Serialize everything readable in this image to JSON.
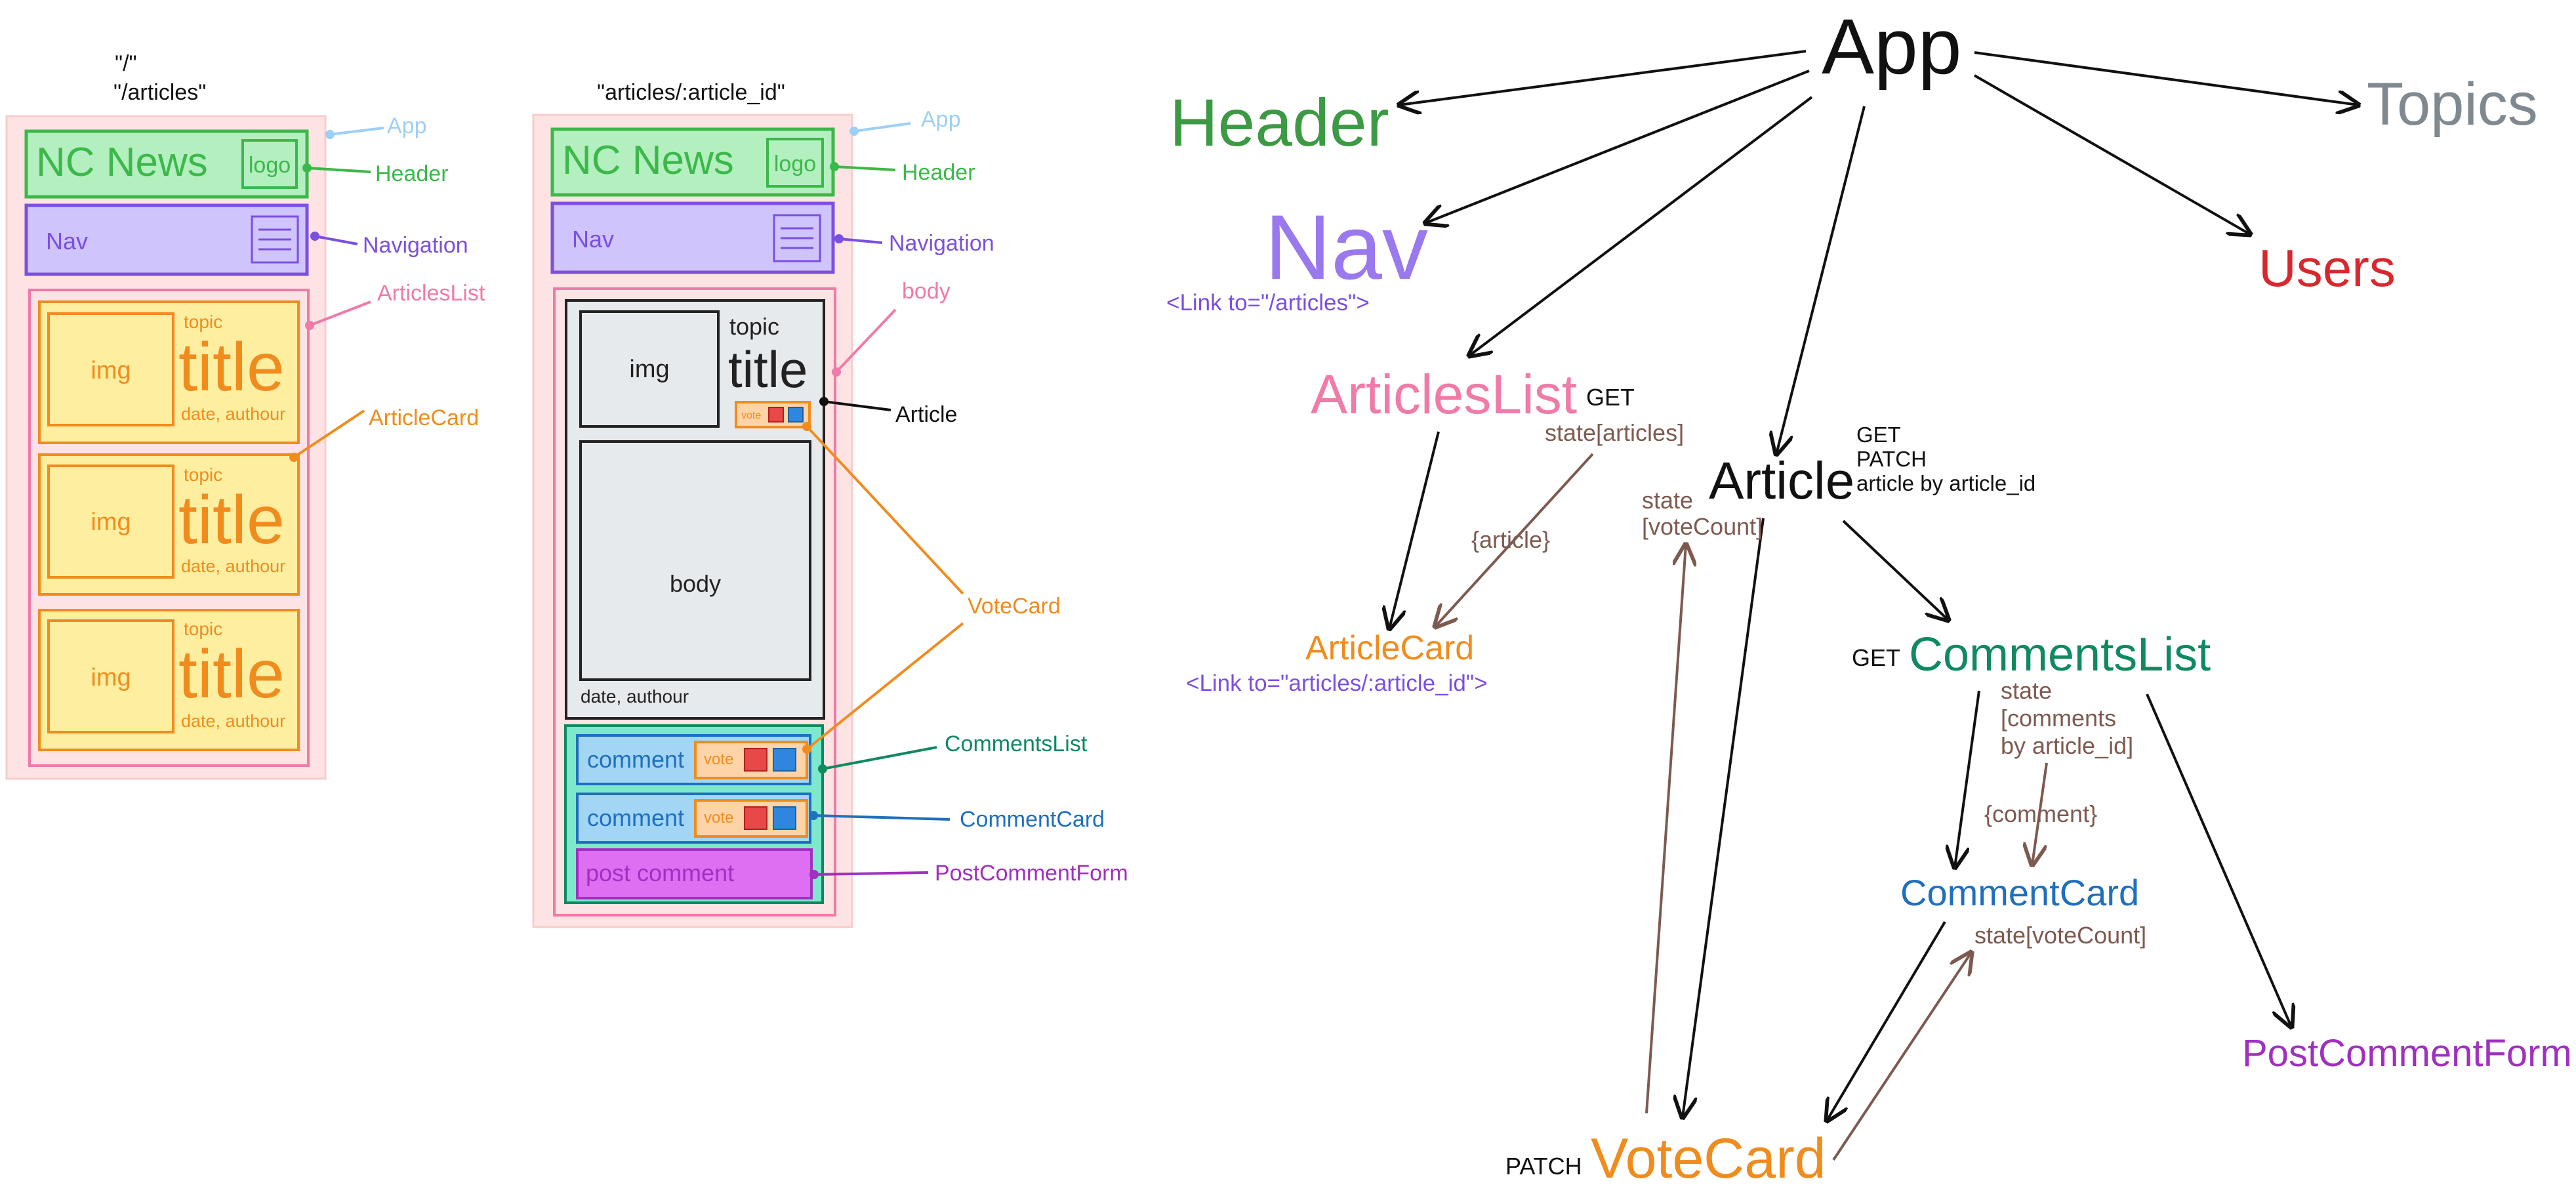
{
  "wireframe_list": {
    "routes": [
      "\"/\"",
      "\"/articles\""
    ],
    "app_callout": "App",
    "header_title": "NC News",
    "logo": "logo",
    "header_callout": "Header",
    "nav_label": "Nav",
    "nav_callout": "Navigation",
    "list_callout": "ArticlesList",
    "card_callout": "ArticleCard",
    "cards": [
      {
        "img": "img",
        "topic": "topic",
        "title": "title",
        "meta": "date, authour"
      },
      {
        "img": "img",
        "topic": "topic",
        "title": "title",
        "meta": "date, authour"
      },
      {
        "img": "img",
        "topic": "topic",
        "title": "title",
        "meta": "date, authour"
      }
    ]
  },
  "wireframe_article": {
    "route": "\"articles/:article_id\"",
    "app_callout": "App",
    "header_title": "NC News",
    "logo": "logo",
    "header_callout": "Header",
    "nav_label": "Nav",
    "nav_callout": "Navigation",
    "body_callout": "body",
    "article_callout": "Article",
    "img": "img",
    "topic": "topic",
    "title": "title",
    "vote_small": "vote",
    "body": "body",
    "meta": "date, authour",
    "votecard_callout": "VoteCard",
    "comments_callout": "CommentsList",
    "comment_card_callout": "CommentCard",
    "form_callout": "PostCommentForm",
    "comments": [
      {
        "text": "comment",
        "vote": "vote"
      },
      {
        "text": "comment",
        "vote": "vote"
      }
    ],
    "post_comment": "post comment"
  },
  "tree": {
    "app": "App",
    "header": "Header",
    "topics": "Topics",
    "nav": "Nav",
    "nav_link": "<Link to=\"/articles\">",
    "users": "Users",
    "articles_list": "ArticlesList",
    "articles_list_get": "GET",
    "state_articles": "state[articles]",
    "article_prop": "{article}",
    "article_card": "ArticleCard",
    "article_card_link": "<Link to=\"articles/:article_id\">",
    "article": "Article",
    "article_methods": [
      "GET",
      "PATCH",
      "article by article_id"
    ],
    "state_votecount_lines": [
      "state",
      "[voteCount]"
    ],
    "comments_get": "GET",
    "comments_list": "CommentsList",
    "state_comments_lines": [
      "state",
      "[comments",
      "by article_id]"
    ],
    "comment_prop": "{comment}",
    "comment_card": "CommentCard",
    "state_votecount2": "state[voteCount]",
    "post_comment_form": "PostCommentForm",
    "votecard_patch": "PATCH",
    "votecard": "VoteCard"
  },
  "colors": {
    "app_blue": "#9ecff5",
    "header_green": "#3cb84a",
    "nav_purple": "#7b4fe0",
    "list_pink": "#f07aa8",
    "card_orange": "#f08c1e",
    "comments_teal": "#0f8a5f",
    "comment_blue": "#1f6fbf",
    "form_magenta": "#a030c0",
    "state_brown": "#7d5a50",
    "topics_gray": "#808890",
    "users_red": "#d8282e"
  }
}
